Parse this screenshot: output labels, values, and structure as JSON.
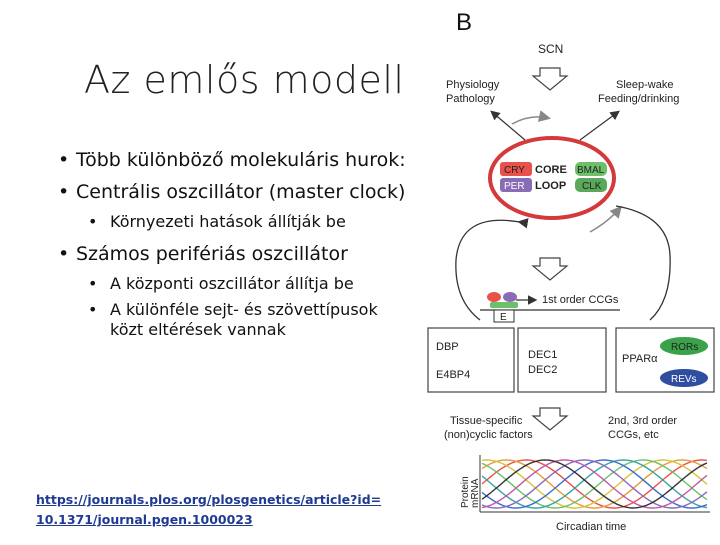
{
  "slide": {
    "title": "Az emlős modell",
    "bullets": [
      {
        "text": "Több különböző molekuláris hurok:",
        "sub": []
      },
      {
        "text": "Centrális oszcillátor (master clock)",
        "sub": [
          "Környezeti hatások állítják be"
        ]
      },
      {
        "text": "Számos perifériás oszcillátor",
        "sub": [
          "A központi oszcillátor állítja be",
          "A különféle sejt- és szövettípusok közt eltérések vannak"
        ]
      }
    ],
    "reference_line1": "https://journals.plos.org/plosgenetics/article?id=",
    "reference_line2": "10.1371/journal.pgen.1000023"
  },
  "diagram": {
    "panel_label": "B",
    "scn": "SCN",
    "physiology": "Physiology",
    "pathology": "Pathology",
    "sleep_wake": "Sleep-wake",
    "feeding": "Feeding/drinking",
    "cry": "CRY",
    "per": "PER",
    "core": "CORE",
    "loop": "LOOP",
    "bmal": "BMAL",
    "clk": "CLK",
    "e_box": "E",
    "first_order": "1st order CCGs",
    "dbp": "DBP",
    "e4bp4": "E4BP4",
    "dec1": "DEC1",
    "dec2": "DEC2",
    "ppar": "PPARα",
    "rors": "RORs",
    "revs": "REVs",
    "tissue_specific": "Tissue-specific",
    "noncyclic": "(non)cyclic factors",
    "second_order": "2nd, 3rd order",
    "ccgs_etc": "CCGs, etc",
    "protein": "Protein",
    "mrna": "mRNA",
    "circadian_time": "Circadian time",
    "colors": {
      "cry": "#e8524a",
      "per": "#8a6bb5",
      "bmal": "#6cc06b",
      "clk": "#5aa85a",
      "rors": "#3aa24a",
      "revs": "#2f4ea0",
      "loop_ring": "#d43a3a"
    }
  }
}
